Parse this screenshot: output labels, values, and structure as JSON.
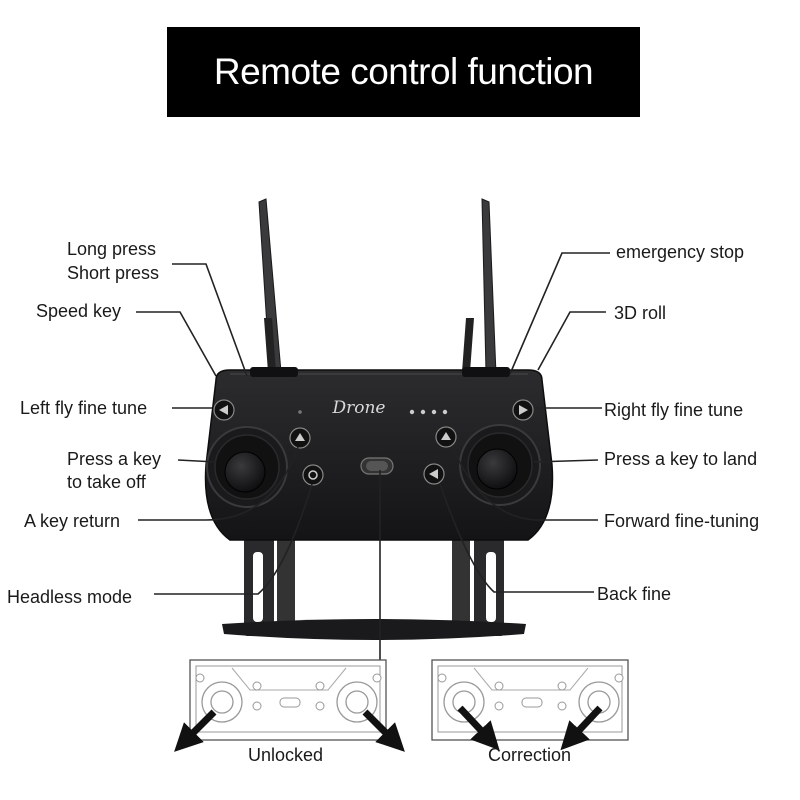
{
  "title": "Remote control function",
  "brand_text": "Drone",
  "labels": {
    "long_press": "Long press",
    "short_press": "Short press",
    "speed_key": "Speed key",
    "left_fly_fine_tune": "Left fly fine tune",
    "press_key_take_off_1": "Press a key",
    "press_key_take_off_2": "to take off",
    "a_key_return": "A key return",
    "headless_mode": "Headless mode",
    "emergency_stop": "emergency stop",
    "roll_3d": "3D roll",
    "right_fly_fine_tune": "Right fly fine tune",
    "press_key_land": "Press a key to land",
    "forward_fine_tuning": "Forward fine-tuning",
    "back_fine": "Back fine"
  },
  "modes": {
    "unlocked": "Unlocked",
    "correction": "Correction"
  },
  "colors": {
    "controller_body": "#1e1e20",
    "title_background": "#000000",
    "leader_line": "#222222"
  }
}
